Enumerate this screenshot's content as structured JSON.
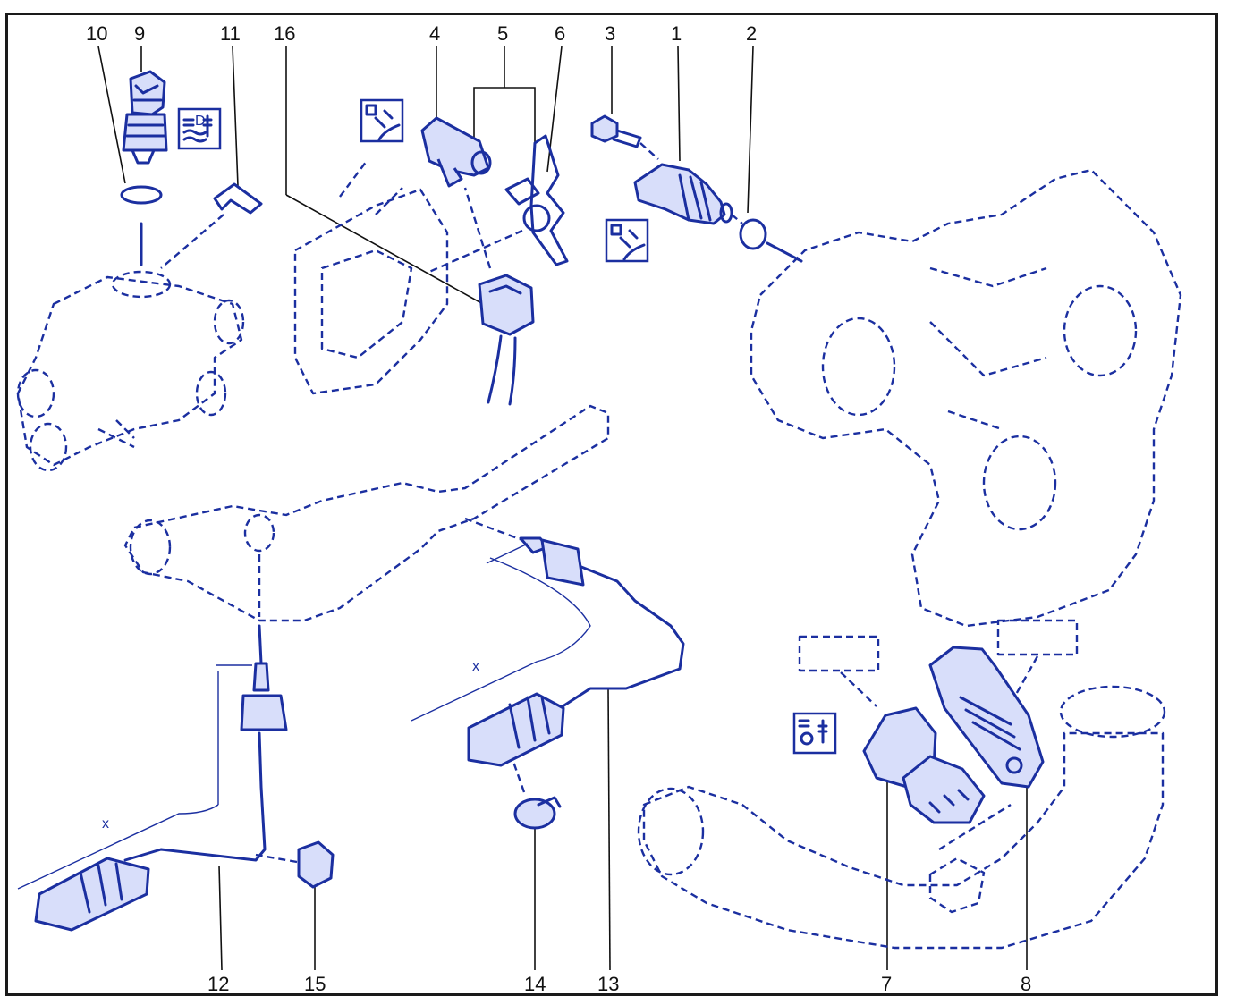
{
  "colors": {
    "line": "#1b2fa0",
    "frame": "#1a1a1a",
    "callout_text": "#111111",
    "fill_light": "#d8defa"
  },
  "callouts": [
    {
      "num": "10"
    },
    {
      "num": "9"
    },
    {
      "num": "11"
    },
    {
      "num": "16"
    },
    {
      "num": "4"
    },
    {
      "num": "5"
    },
    {
      "num": "6"
    },
    {
      "num": "3"
    },
    {
      "num": "1"
    },
    {
      "num": "2"
    },
    {
      "num": "12"
    },
    {
      "num": "15"
    },
    {
      "num": "14"
    },
    {
      "num": "13"
    },
    {
      "num": "7"
    },
    {
      "num": "8"
    }
  ],
  "dimension_labels": {
    "left": "x",
    "middle": "x"
  },
  "icons": {
    "coolant_temp_icon": "coolant-temperature-icon",
    "tdc_icon_top": "tdc-sensor-icon",
    "tdc_icon_right": "tdc-sensor-icon",
    "air_temp_icon": "air-temperature-icon"
  }
}
